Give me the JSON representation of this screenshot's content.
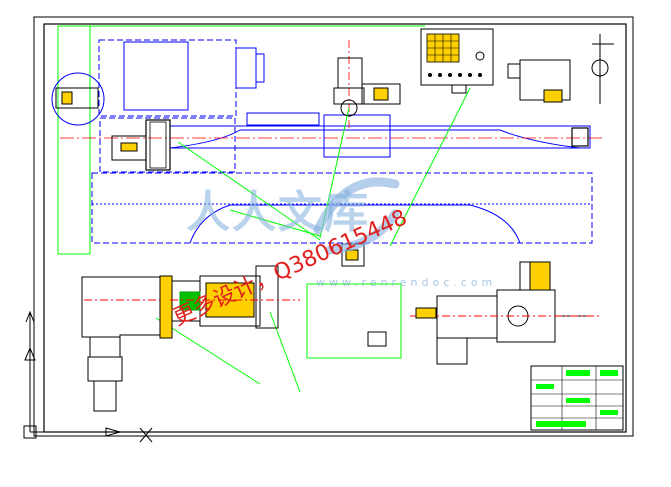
{
  "drawing": {
    "colors": {
      "background": "#ffffff",
      "frame": "#000000",
      "machine_outline": "#0000ff",
      "center_line": "#ff0000",
      "leader_line": "#00ff00",
      "hatch_fill": "#00c000",
      "title_block_fill": "#00ff00",
      "watermark_text": "#e0201c",
      "watermark_logo": "#8fb7e0"
    },
    "watermark": {
      "site_name": "人人文库",
      "url": "www.renrendoc.com",
      "promo": "更多设计，Q3806154​48"
    },
    "icons": {
      "ucs_icon": "ucs-icon",
      "ucs_origin": "ucs-origin-icon",
      "cursor_x": "crosshair-x-icon"
    }
  }
}
